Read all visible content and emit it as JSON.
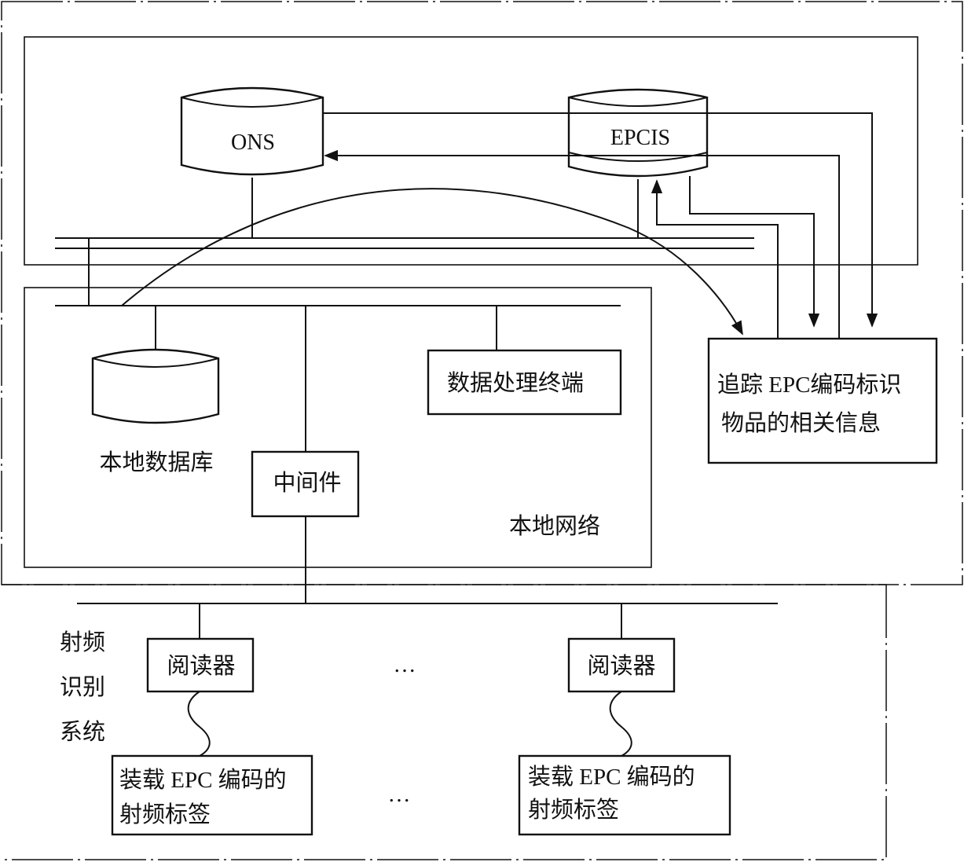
{
  "nodes": {
    "ons": "ONS",
    "epcis": "EPCIS",
    "local_db": "本地数据库",
    "data_terminal": "数据处理终端",
    "middleware": "中间件",
    "local_network": "本地网络",
    "tracking_line1": "追踪 EPC编码标识",
    "tracking_line2": "物品的相关信息",
    "rfid_system": [
      "射频",
      "识别",
      "系统"
    ],
    "reader_left": "阅读器",
    "reader_right": "阅读器",
    "tag_left_line1": "装载 EPC 编码的",
    "tag_left_line2": "射频标签",
    "tag_right_line1": "装载 EPC 编码的",
    "tag_right_line2": "射频标签",
    "ellipsis_readers": "…",
    "ellipsis_tags": "…"
  }
}
